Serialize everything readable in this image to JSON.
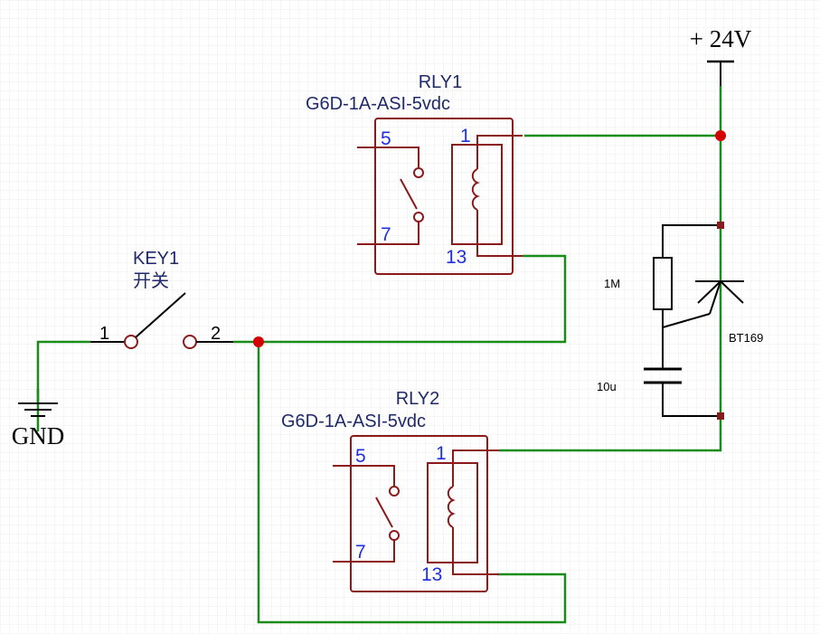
{
  "power": {
    "label": "+ 24V"
  },
  "ground": {
    "label": "GND"
  },
  "switch": {
    "ref": "KEY1",
    "name": "开关",
    "pin1": "1",
    "pin2": "2"
  },
  "relays": [
    {
      "ref": "RLY1",
      "part": "G6D-1A-ASI-5vdc",
      "pins": {
        "p5": "5",
        "p7": "7",
        "p1": "1",
        "p13": "13"
      }
    },
    {
      "ref": "RLY2",
      "part": "G6D-1A-ASI-5vdc",
      "pins": {
        "p5": "5",
        "p7": "7",
        "p1": "1",
        "p13": "13"
      }
    }
  ],
  "resistor": {
    "value": "1M"
  },
  "capacitor": {
    "value": "10u"
  },
  "thyristor": {
    "part": "BT169"
  },
  "colors": {
    "wire": "#1a8c1a",
    "component": "#8b1a1a",
    "junction": "#d40000",
    "grid": "#ececec"
  }
}
